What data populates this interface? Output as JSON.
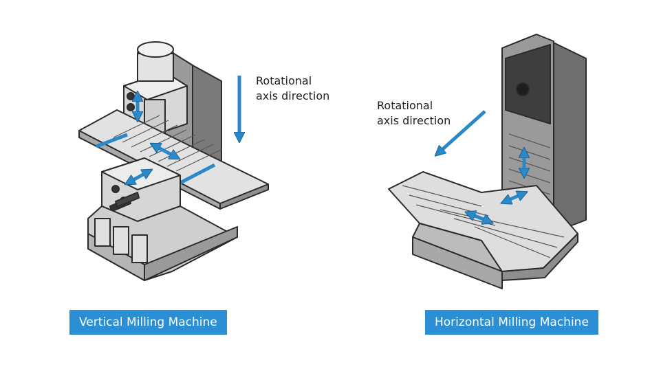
{
  "colors": {
    "accent": "#2b88c9",
    "label_bg": "#2b8fd6",
    "outline": "#2b2b2b",
    "metal_light": "#e9e9e9",
    "metal_mid": "#c9c9c9",
    "metal_dark": "#8d8d8d",
    "column_dark": "#6b6b6b"
  },
  "vertical": {
    "label": "Vertical Milling Machine",
    "annotation": {
      "line1": "Rotational",
      "line2": "axis direction"
    }
  },
  "horizontal": {
    "label": "Horizontal Milling Machine",
    "annotation": {
      "line1": "Rotational",
      "line2": "axis direction"
    }
  }
}
